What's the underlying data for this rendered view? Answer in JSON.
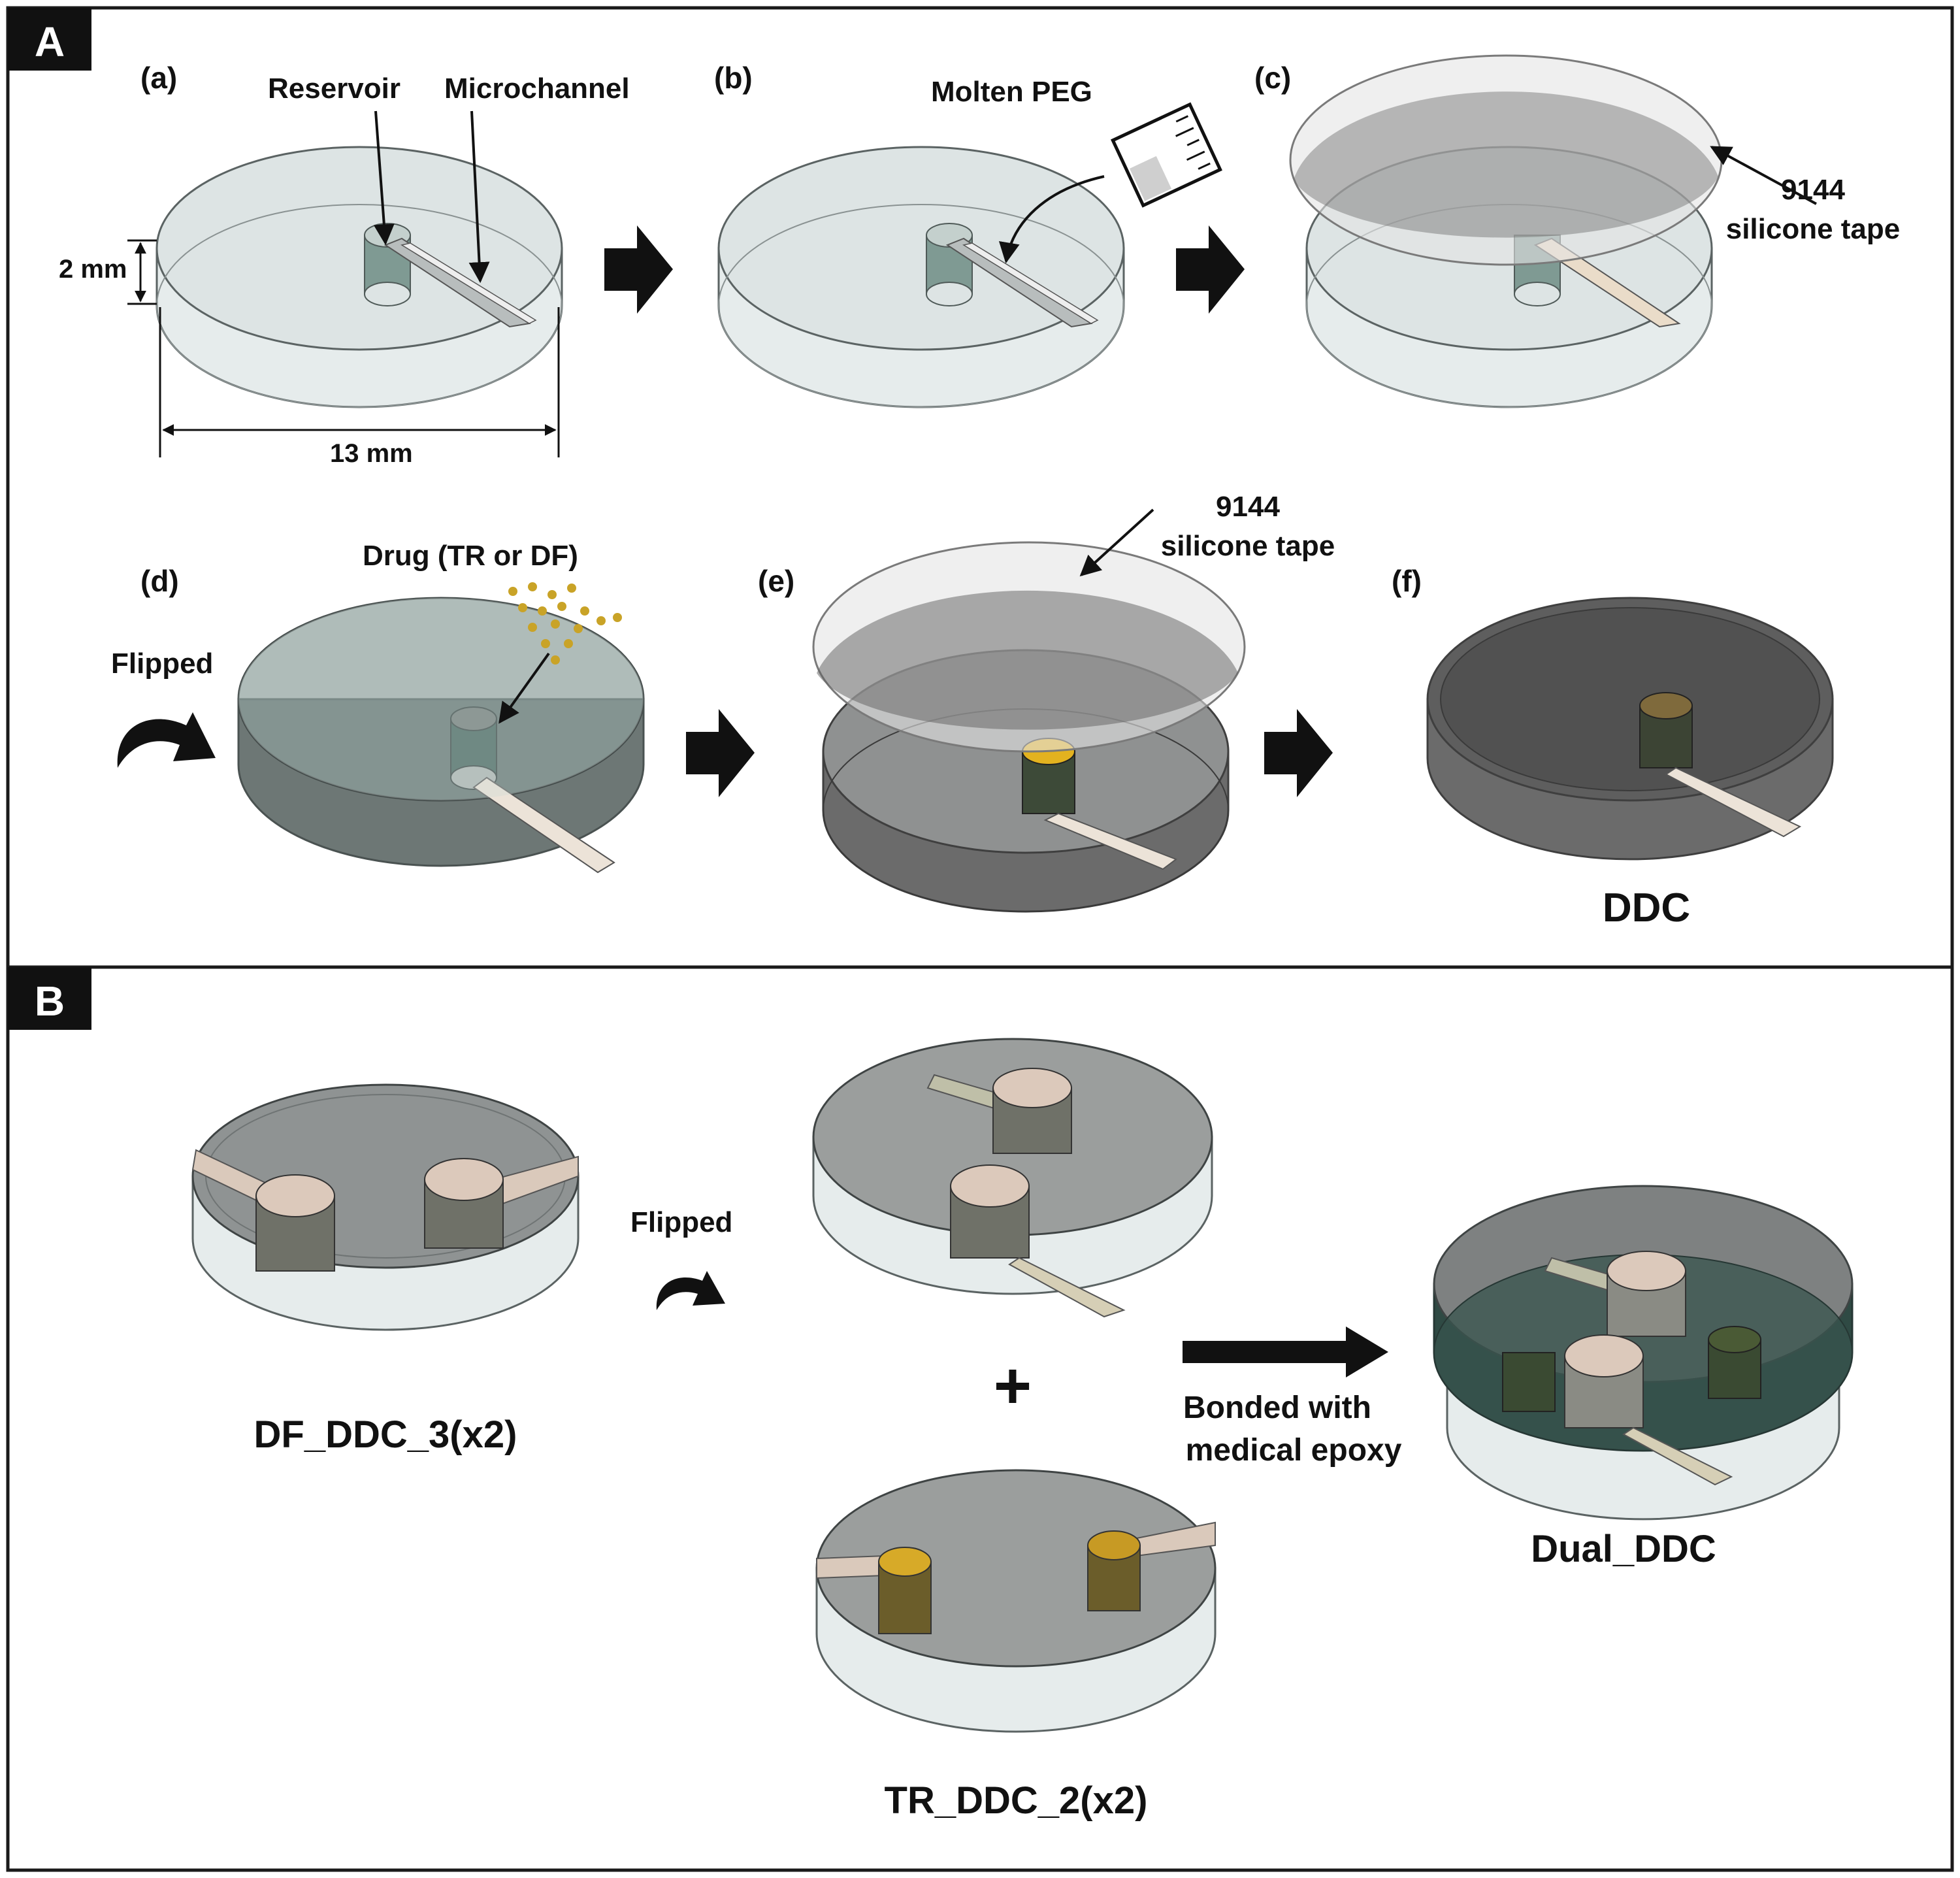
{
  "panels": {
    "A": {
      "tag": "A",
      "steps": {
        "a": {
          "label": "(a)",
          "reservoir": "Reservoir",
          "microchannel": "Microchannel",
          "height": "2 mm",
          "width": "13 mm"
        },
        "b": {
          "label": "(b)",
          "molten": "Molten PEG"
        },
        "c": {
          "label": "(c)",
          "tape_line1": "9144",
          "tape_line2": "silicone tape"
        },
        "d": {
          "label": "(d)",
          "drug": "Drug (TR or DF)",
          "flipped": "Flipped"
        },
        "e": {
          "label": "(e)",
          "tape_line1": "9144",
          "tape_line2": "silicone tape"
        },
        "f": {
          "label": "(f)",
          "product": "DDC"
        }
      }
    },
    "B": {
      "tag": "B",
      "df": "DF_DDC_3(x2)",
      "flipped": "Flipped",
      "plus": "+",
      "tr": "TR_DDC_2(x2)",
      "bonded_line1": "Bonded with",
      "bonded_line2": "medical epoxy",
      "dual": "Dual_DDC"
    }
  },
  "colors": {
    "border": "#1a1a1a",
    "disc_fill": "#dde4e4",
    "disc_stroke": "#5b6363",
    "dark_fill": "#6f7575",
    "teal": "#4c6d66",
    "channel": "#ece3d8",
    "drug": "#c9a327",
    "drug_dark": "#6b5d2a",
    "pillar": "#8a8b84",
    "pillar_top": "#dcc9bb"
  }
}
